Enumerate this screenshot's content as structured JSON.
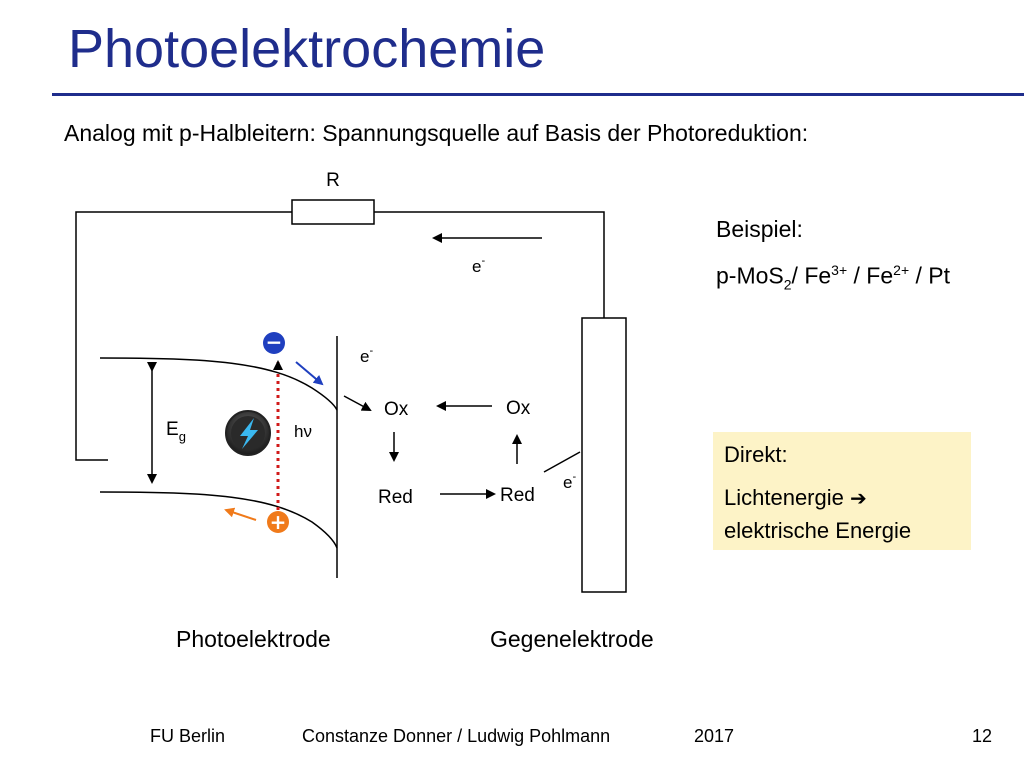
{
  "slide": {
    "title": "Photoelektrochemie",
    "subtitle": "Analog mit p-Halbleitern: Spannungsquelle auf Basis der Photoreduktion:"
  },
  "diagram": {
    "resistor_label": "R",
    "electron_label": "e",
    "electron_charge": "-",
    "ox_label": "Ox",
    "red_label": "Red",
    "bandgap_label": "E",
    "bandgap_sub": "g",
    "photon_label": "hν",
    "minus_sign": "−",
    "plus_sign": "+",
    "photoelectrode_label": "Photoelektrode",
    "counterelectrode_label": "Gegenelektrode",
    "icon": "lightning-bolt-icon"
  },
  "example": {
    "heading": "Beispiel:",
    "f_base": "p-MoS",
    "f_sub": "2",
    "f_sep1": "/ Fe",
    "f_sup1": "3+",
    "f_sep2": " / Fe",
    "f_sup2": "2+",
    "f_end": " / Pt"
  },
  "note": {
    "title": "Direkt:",
    "line1_text": "Lichtenergie ",
    "line1_arrow": "➔",
    "line2": "elektrische Energie"
  },
  "footer": {
    "institution": "FU Berlin",
    "authors": "Constanze Donner / Ludwig Pohlmann",
    "year": "2017",
    "page": "12"
  },
  "colors": {
    "title": "#1f2d8c",
    "note_bg": "#fdf3c7",
    "minus_circle": "#1f3fbf",
    "plus_circle": "#f07a1a",
    "photon_line": "#d11a1a"
  }
}
